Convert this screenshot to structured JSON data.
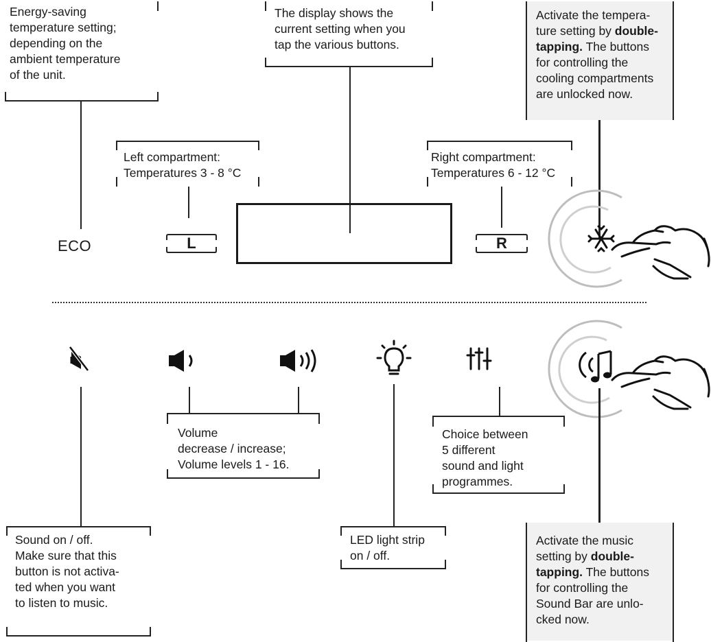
{
  "callouts": {
    "eco_desc": [
      "Energy-saving",
      "temperature setting;",
      "depending on the",
      "ambient temperature",
      "of the unit."
    ],
    "display_desc": [
      "The display shows the",
      "current setting when you",
      "tap the various buttons."
    ],
    "temp_activate": {
      "line1": "Activate the tempera-",
      "line2_pre": "ture setting by ",
      "line2_bold": "double-",
      "line3_bold": "tapping.",
      "line3_post": " The buttons",
      "line4": "for controlling the",
      "line5": "cooling compartments",
      "line6": "are unlocked now."
    },
    "left_comp": [
      "Left compartment:",
      "Temperatures 3 - 8 °C"
    ],
    "right_comp": [
      "Right compartment:",
      "Temperatures 6 - 12 °C"
    ],
    "volume_desc": [
      "Volume",
      "decrease / increase;",
      "Volume levels 1 - 16."
    ],
    "choice_desc": [
      "Choice between",
      "5 different",
      "sound and light",
      "programmes."
    ],
    "sound_desc": [
      "Sound on / off.",
      "Make sure that this",
      "button is not activa-",
      "ted when you want",
      "to listen to music."
    ],
    "led_desc": [
      "LED light strip",
      "on / off."
    ],
    "music_activate": {
      "line1": "Activate the music",
      "line2_pre": "setting by ",
      "line2_bold": "double-",
      "line3_bold": "tapping.",
      "line3_post": " The buttons",
      "line4": "for controlling the",
      "line5": "Sound Bar are unlo-",
      "line6": "cked now."
    }
  },
  "buttons": {
    "eco": "ECO",
    "left": "L",
    "right": "R"
  },
  "icons": {
    "snowflake": "snowflake-icon",
    "mute": "speaker-mute-icon",
    "vol_down": "volume-down-icon",
    "vol_up": "volume-up-icon",
    "bulb": "light-bulb-icon",
    "sliders": "sliders-icon",
    "music": "music-note-icon",
    "hand": "tapping-hand-icon"
  },
  "colors": {
    "shade": "#f1f1f1",
    "ink": "#1a1a1a",
    "ring": "#b8b8b8"
  }
}
